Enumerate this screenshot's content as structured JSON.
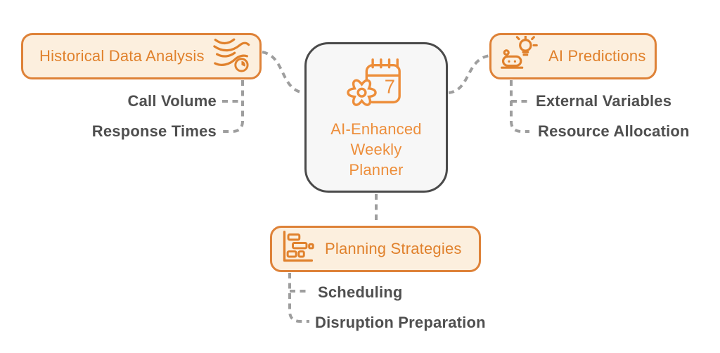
{
  "colors": {
    "accent_orange": "#E0812C",
    "node_border": "#DE8238",
    "node_fill": "#FCEFDE",
    "center_border": "#4A4A4A",
    "center_fill": "#F7F7F7",
    "center_text": "#ED8E3B",
    "item_text": "#4F4F4F",
    "connector_gray": "#9E9E9E"
  },
  "center": {
    "title_lines": [
      "AI-Enhanced",
      "Weekly",
      "Planner"
    ],
    "icon": "gear-calendar-icon",
    "calendar_number": "7"
  },
  "nodes": {
    "historical": {
      "label": "Historical Data Analysis",
      "icon": "history-trend-clock-icon",
      "items": [
        "Call Volume",
        "Response Times"
      ]
    },
    "predictions": {
      "label": "AI Predictions",
      "icon": "robot-lightbulb-icon",
      "items": [
        "External Variables",
        "Resource Allocation"
      ]
    },
    "planning": {
      "label": "Planning Strategies",
      "icon": "gantt-chart-icon",
      "items": [
        "Scheduling",
        "Disruption Preparation"
      ]
    }
  }
}
